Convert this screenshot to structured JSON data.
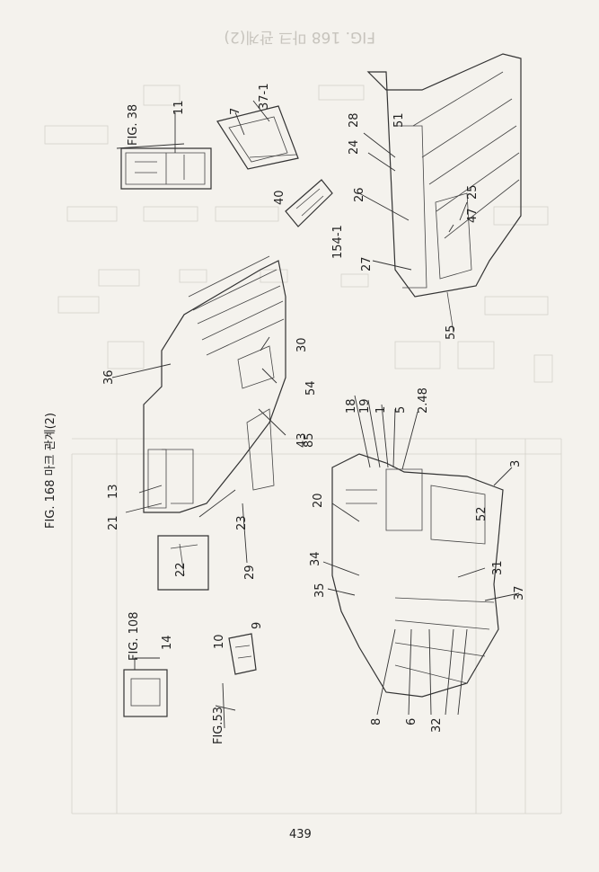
{
  "page": {
    "title_main": "FIG. 168 마크 관계(2)",
    "title_ghost": "FIG. 168 마크 관계(2)",
    "page_number": "439"
  },
  "refs": {
    "fig38": "FIG. 38",
    "fig108": "FIG. 108",
    "fig53": "FIG.53"
  },
  "callouts": {
    "c11": "11",
    "c7": "7",
    "c37_1": "37-1",
    "c28": "28",
    "c51": "51",
    "c24": "24",
    "c40": "40",
    "c154_1": "154-1",
    "c26": "26",
    "c25": "25",
    "c47": "47",
    "c27": "27",
    "c55": "55",
    "c36": "36",
    "c30": "30",
    "c54": "54",
    "c43": "43",
    "c85": "85",
    "c13": "13",
    "c21": "21",
    "c23": "23",
    "c22": "22",
    "c29": "29",
    "c18": "18",
    "c19": "19",
    "c1": "1",
    "c5": "5",
    "c2_48": "2.48",
    "c3": "3",
    "c20": "20",
    "c52": "52",
    "c34": "34",
    "c35": "35",
    "c31": "31",
    "c37": "37",
    "c14": "14",
    "c10": "10",
    "c9": "9",
    "c8": "8",
    "c6": "6",
    "c32": "32"
  },
  "colors": {
    "ink": "#222222",
    "paper": "#f4f2ed",
    "ghost": "#c7c4bd"
  }
}
